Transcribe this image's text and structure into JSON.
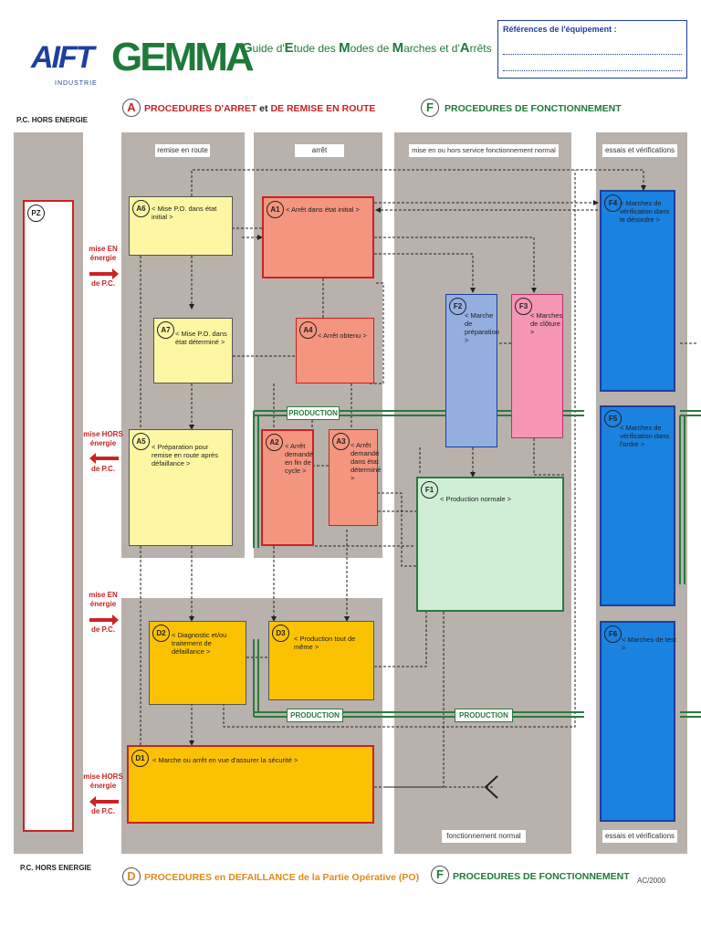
{
  "header": {
    "logo_text": "AIFT",
    "logo_sub": "INDUSTRIE",
    "gemma": "GEMMA",
    "subtitle_parts": [
      "G",
      "uide d'",
      "E",
      "tude des ",
      "M",
      "odes de ",
      "M",
      "arches et d'",
      "A",
      "rrêts"
    ],
    "references_label": "Références de l'équipement :"
  },
  "sections": {
    "a_letter": "A",
    "a_title_1": "PROCEDURES D'ARRET",
    "a_title_2": " et ",
    "a_title_3": "DE REMISE EN ROUTE",
    "f_letter": "F",
    "f_title": "PROCEDURES DE FONCTIONNEMENT",
    "d_letter": "D",
    "d_title_1": "PROCEDURES",
    "d_title_2": " en DEFAILLANCE de la Partie Opérative (PO)",
    "f2_letter": "F",
    "f2_title": "PROCEDURES DE FONCTIONNEMENT",
    "pc_top": "P.C. HORS ENERGIE",
    "pc_bottom": "P.C. HORS ENERGIE",
    "footer_code": "AC/2000"
  },
  "column_labels": {
    "remise": "remise en route",
    "arret": "arrêt",
    "mise_service": "mise en ou hors service fonctionnement normal",
    "essais_top": "essais et vérifications",
    "fonct_normal": "fonctionnement normal",
    "essais_bottom": "essais et vérifications"
  },
  "side_labels": {
    "s1": [
      "mise EN",
      "énergie",
      "",
      "de P.C."
    ],
    "s2": [
      "mise HORS",
      "énergie",
      "",
      "de P.C."
    ],
    "s3": [
      "mise EN",
      "énergie",
      "",
      "de P.C."
    ],
    "s4": [
      "mise HORS",
      "énergie",
      "",
      "de P.C."
    ]
  },
  "production_labels": [
    "PRODUCTION",
    "PRODUCTION",
    "PRODUCTION"
  ],
  "states": {
    "PZ": {
      "code": "PZ",
      "text": ""
    },
    "A6": {
      "code": "A6",
      "text": "< Mise P.O. dans état initial >"
    },
    "A1": {
      "code": "A1",
      "text": "< Arrêt dans état initial >"
    },
    "A7": {
      "code": "A7",
      "text": "< Mise P.O. dans état déterminé >"
    },
    "A4": {
      "code": "A4",
      "text": "< Arrêt obtenu >"
    },
    "A5": {
      "code": "A5",
      "text": "< Préparation pour remise en route après défaillance >"
    },
    "A2": {
      "code": "A2",
      "text": "< Arrêt demandé en fin de cycle >"
    },
    "A3": {
      "code": "A3",
      "text": "< Arrêt demandé dans état déterminé >"
    },
    "F1": {
      "code": "F1",
      "text": "< Production normale >"
    },
    "F2": {
      "code": "F2",
      "text": "< Marche de préparation >"
    },
    "F3": {
      "code": "F3",
      "text": "< Marches de clôture >"
    },
    "F4": {
      "code": "F4",
      "text": "< Marches de vérification dans le désordre >"
    },
    "F5": {
      "code": "F5",
      "text": "< Marches de vérification dans l'ordre >"
    },
    "F6": {
      "code": "F6",
      "text": "< Marches de test >"
    },
    "D2": {
      "code": "D2",
      "text": "< Diagnostic et/ou traitement de défaillance >"
    },
    "D3": {
      "code": "D3",
      "text": "< Production tout de même >"
    },
    "D1": {
      "code": "D1",
      "text": "< Marche ou arrêt en vue d'assurer la sécurité >"
    }
  },
  "colors": {
    "gray_zone": "#b9b1ab",
    "yellow_light": "#fdf7a3",
    "salmon": "#f4967f",
    "green_light": "#cfeed4",
    "blue_light": "#94aee0",
    "pink": "#f496b4",
    "blue": "#1a82e0",
    "orange_yellow": "#fbc204",
    "red": "#cc2222",
    "green_dark": "#2a7a3f"
  }
}
